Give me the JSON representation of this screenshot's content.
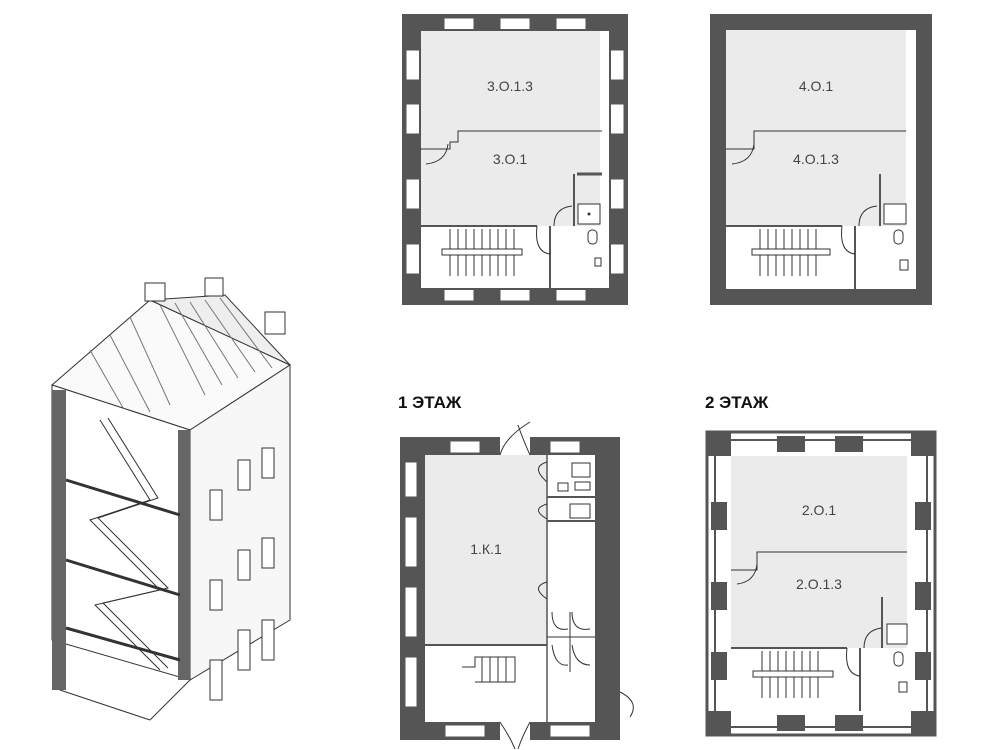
{
  "colors": {
    "wall": "#555555",
    "room": "#ebebeb",
    "line": "#333333"
  },
  "plans": {
    "floor3": {
      "room_top": "3.О.1.3",
      "room_bottom": "3.О.1"
    },
    "floor4": {
      "room_top": "4.О.1",
      "room_bottom": "4.О.1.3"
    },
    "floor1": {
      "title": "1 ЭТАЖ",
      "room": "1.К.1"
    },
    "floor2": {
      "title": "2 ЭТАЖ",
      "room_top": "2.О.1",
      "room_bottom": "2.О.1.3"
    }
  }
}
